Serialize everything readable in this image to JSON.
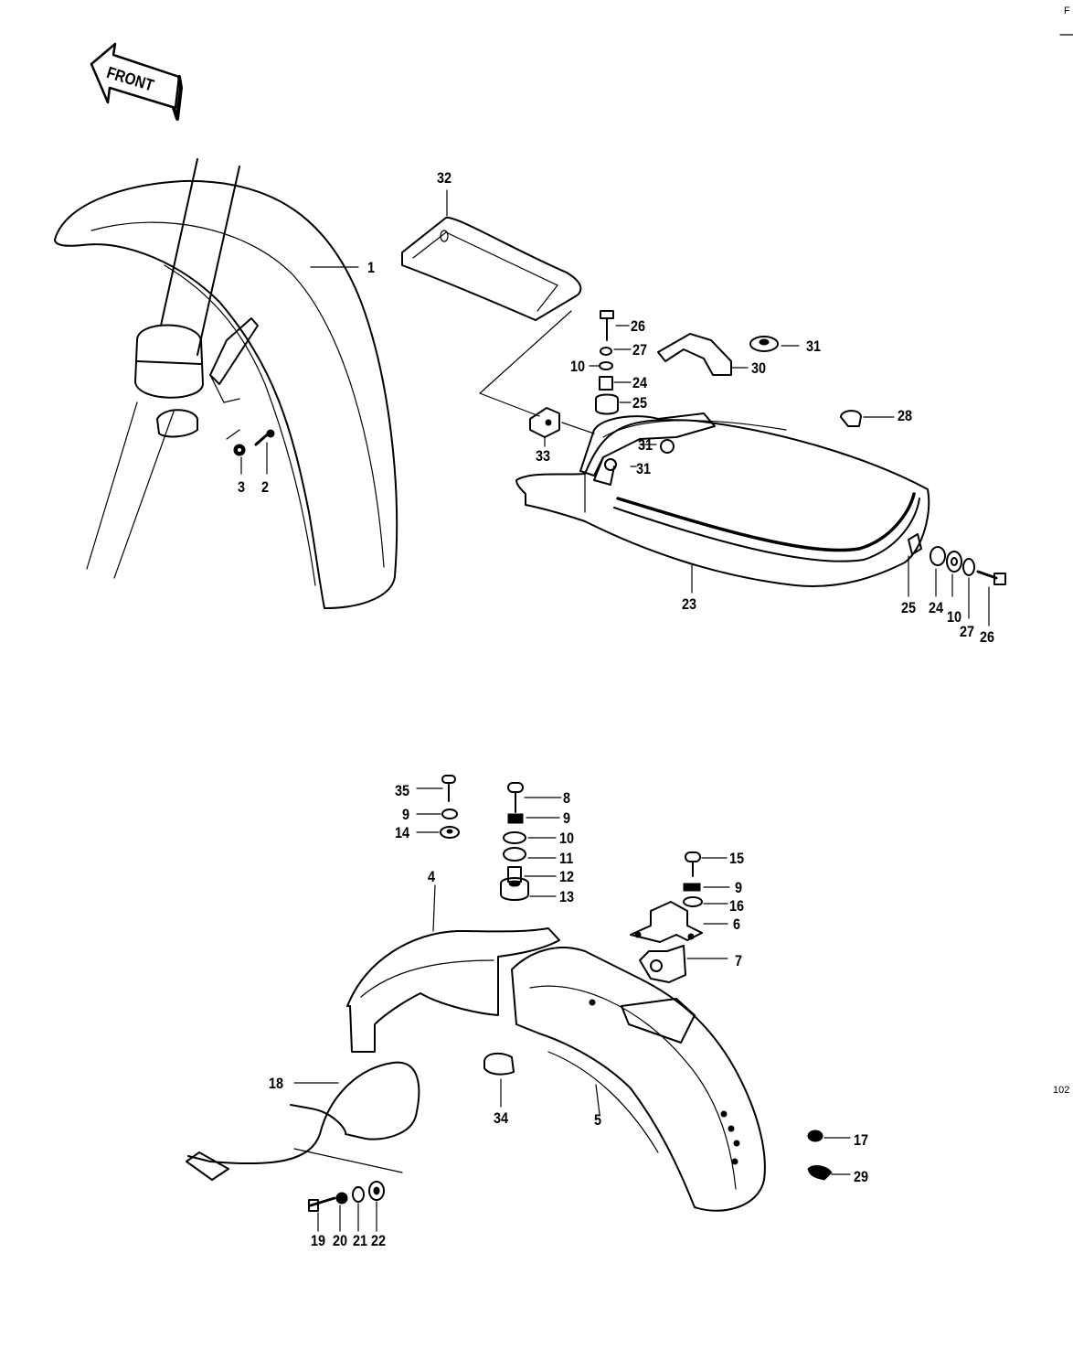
{
  "header": {
    "front_arrow_text": "FRONT",
    "corner_top": "F",
    "corner_side": "102"
  },
  "colors": {
    "ink": "#000000",
    "paper": "#ffffff"
  },
  "callouts": {
    "c1": "1",
    "c2": "2",
    "c3": "3",
    "c4": "4",
    "c5": "5",
    "c6": "6",
    "c7": "7",
    "c8": "8",
    "c9a": "9",
    "c9b": "9",
    "c9c": "9",
    "c10a": "10",
    "c10b": "10",
    "c10c": "10",
    "c11": "11",
    "c12": "12",
    "c13": "13",
    "c14": "14",
    "c15": "15",
    "c16": "16",
    "c17": "17",
    "c18": "18",
    "c19": "19",
    "c20": "20",
    "c21": "21",
    "c22": "22",
    "c23": "23",
    "c24a": "24",
    "c24b": "24",
    "c25a": "25",
    "c25b": "25",
    "c26a": "26",
    "c26b": "26",
    "c27a": "27",
    "c27b": "27",
    "c28": "28",
    "c29": "29",
    "c30": "30",
    "c31a": "31",
    "c31b": "31",
    "c31c": "31",
    "c32": "32",
    "c33": "33",
    "c34": "34",
    "c35": "35"
  }
}
